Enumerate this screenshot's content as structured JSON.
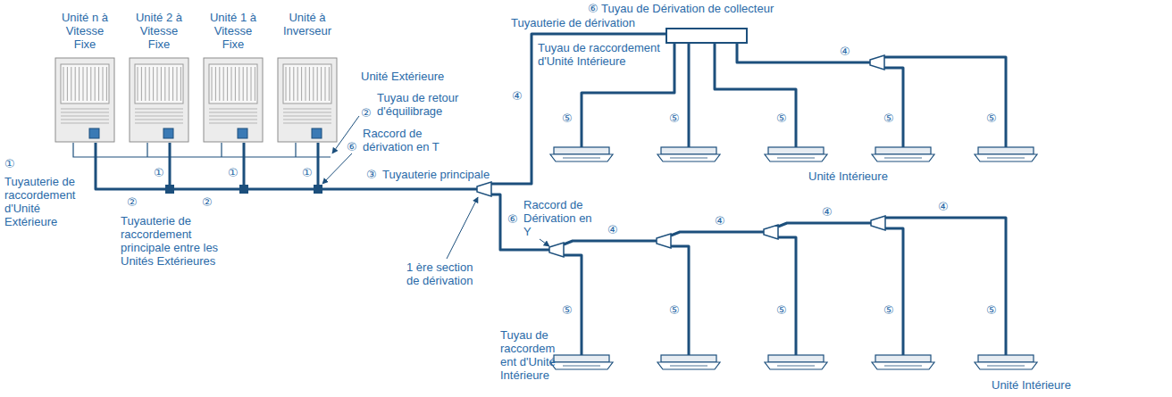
{
  "diagram": {
    "nodes": [
      {
        "text": [
          "Unité n à Vitesse Fixe"
        ]
      },
      {
        "text": [
          "Unité 2 à Vitesse Fixe"
        ]
      },
      {
        "text": [
          "Unité 1 à Vitesse Fixe"
        ]
      },
      {
        "text": [
          "Unité à Inverseur"
        ]
      },
      {
        "text": [
          "⑥ Tuyau de Dérivation de collecteur"
        ]
      }
    ],
    "labels": [
      "Tuyauterie de dérivation",
      "Tuyau de raccordement d'Unité Intérieure",
      "Unité Extérieure",
      "②",
      "Tuyau de retour d'équilibrage",
      "⑥",
      "Raccord de dérivation en T",
      "③",
      "Tuyauterie principale",
      "①",
      "Tuyauterie de raccordement d'Unité Extérieure",
      "①",
      "①",
      "①",
      "②",
      "②",
      "Tuyauterie de raccordement principale entre les Unités Extérieures",
      "1 ère section de dérivation",
      "⑥",
      "Raccord de Dérivation en Y",
      "Tuyau de raccordem ent d'Unité Intérieure",
      "Unité Intérieure",
      "Unité Intérieure",
      "④",
      "④",
      "⑤",
      "⑤",
      "⑤",
      "⑤",
      "⑤",
      "④",
      "④",
      "④",
      "④",
      "⑤",
      "⑤",
      "⑤",
      "⑤",
      "⑤"
    ]
  }
}
